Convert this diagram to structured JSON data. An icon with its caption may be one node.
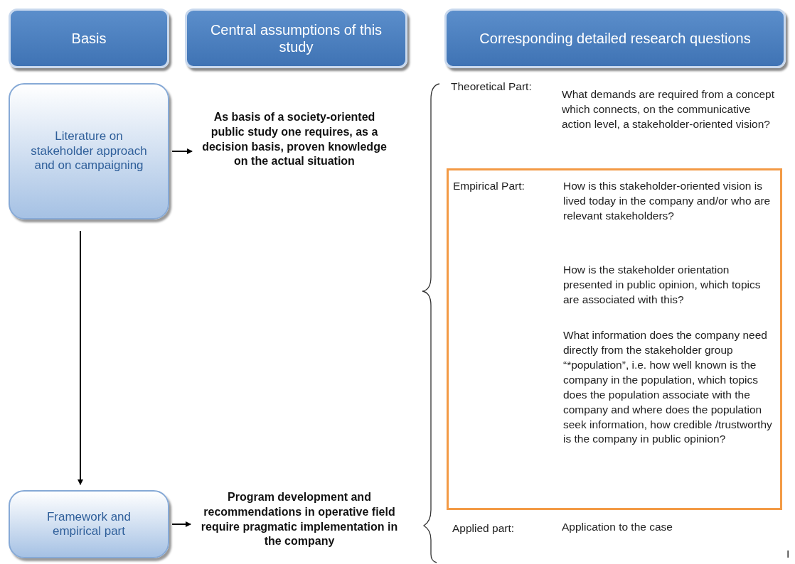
{
  "diagram": {
    "nodes": [
      {
        "text": [
          "Basis"
        ]
      },
      {
        "text": [
          "Central assumptions of this study"
        ]
      },
      {
        "text": [
          "Corresponding detailed research questions"
        ]
      },
      {
        "text": [
          "Literature on stakeholder approach and on campaigning"
        ]
      },
      {
        "text": [
          "As basis of a society-oriented public study one requires, as a decision basis, proven knowledge on the actual situation"
        ]
      },
      {
        "text": [
          "Framework and empirical part"
        ]
      },
      {
        "text": [
          "Program development and recommendations in operative field require pragmatic implementation in the company"
        ]
      },
      {
        "text": [
          "Empirical Part:",
          "How is this stakeholder-oriented vision is lived today in the company and/or who are relevant stakeholders?",
          "How is the stakeholder orientation presented in public opinion, which topics are associated with this?",
          "What information does the company need directly from  the stakeholder group “*population”, i.e. how well known is the company in the population, which topics does the population associate with the company and where does the population seek information, how credible /trustworthy is the company in public opinion?"
        ]
      }
    ],
    "edges": [
      {
        "from": 3,
        "to": 4,
        "arrow": "to"
      },
      {
        "from": 3,
        "to": 5,
        "arrow": "to"
      },
      {
        "from": 5,
        "to": 6,
        "arrow": "to"
      }
    ],
    "labels": [
      "Theoretical Part:",
      "What demands are required from a concept which connects, on the communicative action level, a stakeholder-oriented vision?",
      "Applied part:",
      "Application to the case",
      "I"
    ]
  }
}
